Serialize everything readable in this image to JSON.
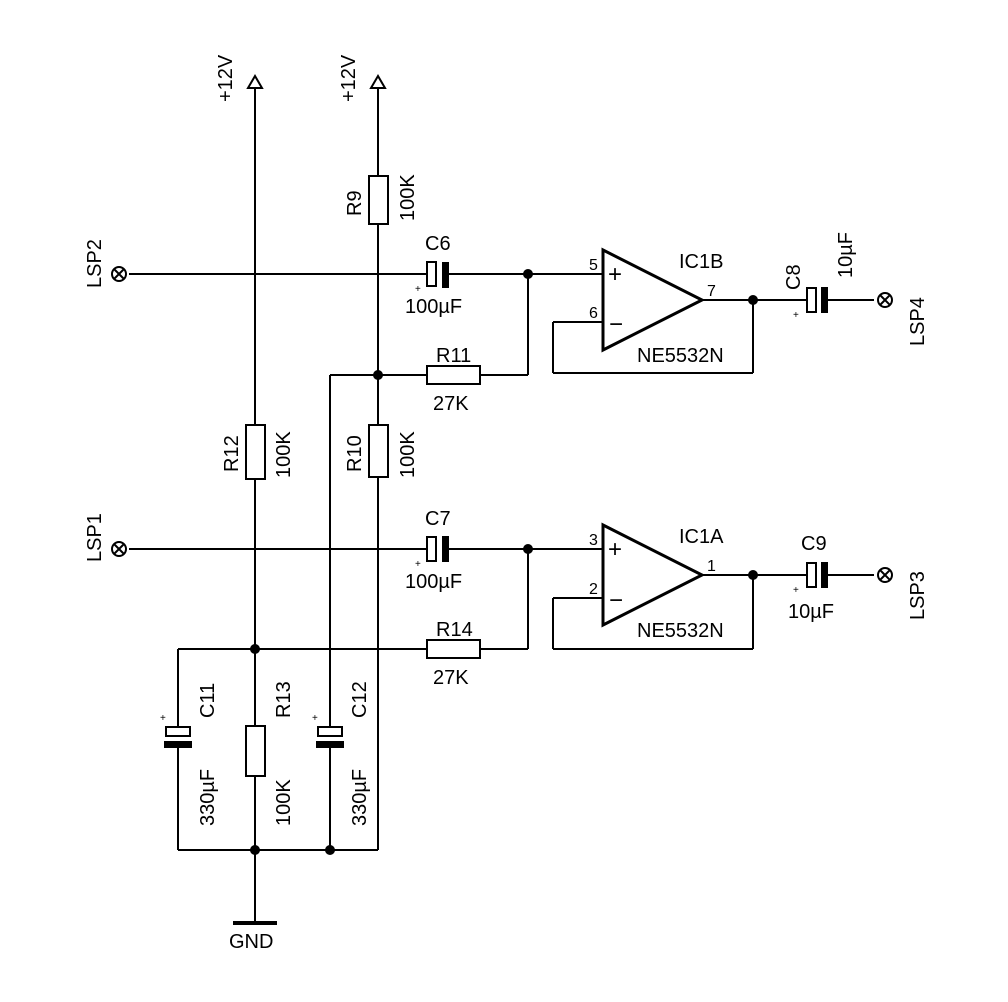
{
  "supplies": {
    "left": "+12V",
    "right": "+12V",
    "ground": "GND"
  },
  "connectors": {
    "lsp1": "LSP1",
    "lsp2": "LSP2",
    "lsp3": "LSP3",
    "lsp4": "LSP4"
  },
  "resistors": {
    "r9": {
      "name": "R9",
      "value": "100K"
    },
    "r10": {
      "name": "R10",
      "value": "100K"
    },
    "r11": {
      "name": "R11",
      "value": "27K"
    },
    "r12": {
      "name": "R12",
      "value": "100K"
    },
    "r13": {
      "name": "R13",
      "value": "100K"
    },
    "r14": {
      "name": "R14",
      "value": "27K"
    }
  },
  "capacitors": {
    "c6": {
      "name": "C6",
      "value": "100µF"
    },
    "c7": {
      "name": "C7",
      "value": "100µF"
    },
    "c8": {
      "name": "C8",
      "value": "10µF"
    },
    "c9": {
      "name": "C9",
      "value": "10µF"
    },
    "c11": {
      "name": "C11",
      "value": "330µF"
    },
    "c12": {
      "name": "C12",
      "value": "330µF"
    },
    "polarity_mark": "+"
  },
  "opamps": {
    "ic1b": {
      "name": "IC1B",
      "part": "NE5532N",
      "pin_plus": "5",
      "pin_minus": "6",
      "pin_out": "7"
    },
    "ic1a": {
      "name": "IC1A",
      "part": "NE5532N",
      "pin_plus": "3",
      "pin_minus": "2",
      "pin_out": "1"
    },
    "plus_sign": "+",
    "minus_sign": "−"
  }
}
